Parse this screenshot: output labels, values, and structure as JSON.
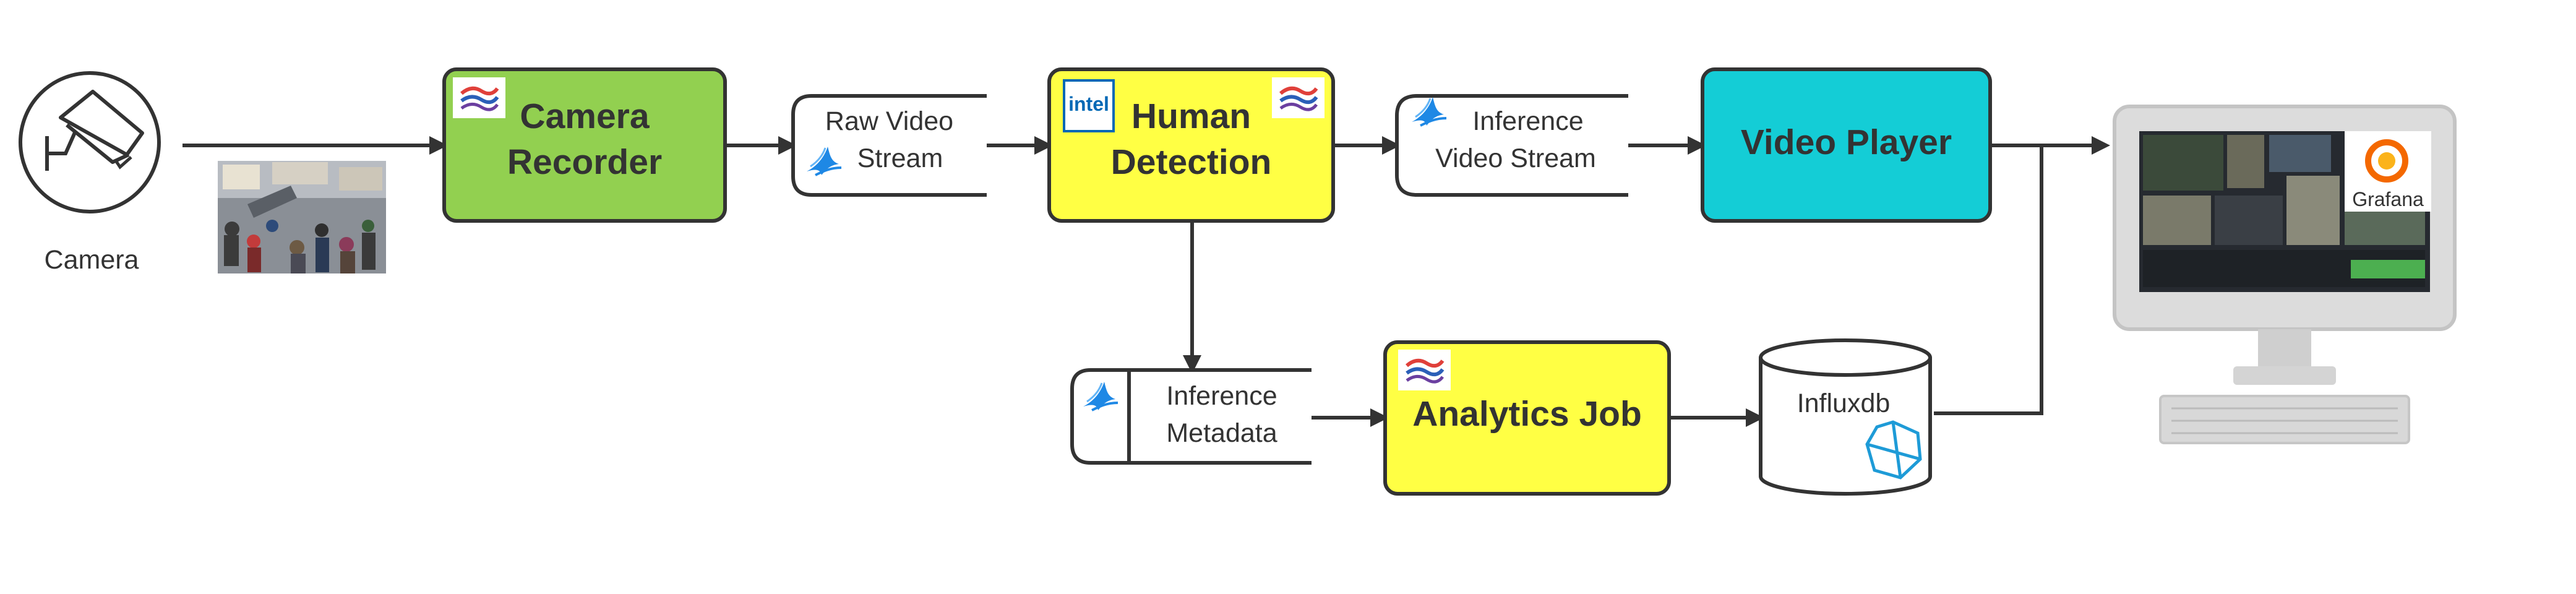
{
  "camera": {
    "label": "Camera",
    "icon": "security-camera-icon"
  },
  "crowd_image": {
    "icon": "crowd-photo"
  },
  "nodes": {
    "camera_recorder": {
      "line1": "Camera",
      "line2": "Recorder",
      "color": "#92d050"
    },
    "human_detection": {
      "line1": "Human",
      "line2": "Detection",
      "color": "#ffff44"
    },
    "video_player": {
      "title": "Video Player",
      "color": "#14cdd6"
    },
    "analytics_job": {
      "title": "Analytics Job",
      "color": "#ffff44"
    }
  },
  "streams": {
    "raw_video": {
      "line1": "Raw Video",
      "line2": "Stream"
    },
    "inference_video": {
      "line1": "Inference",
      "line2": "Video Stream"
    },
    "inference_metadata": {
      "line1": "Inference",
      "line2": "Metadata"
    }
  },
  "database": {
    "label": "Influxdb",
    "icon": "influxdb-icon"
  },
  "monitor": {
    "brand": "Grafana",
    "icon": "grafana-icon"
  },
  "logos": {
    "intel": "intel"
  },
  "colors": {
    "stroke": "#333333",
    "pipeline_stripe_red": "#e0403a",
    "pipeline_stripe_blue": "#2b5fb8",
    "bird_blue": "#1e88e5"
  }
}
